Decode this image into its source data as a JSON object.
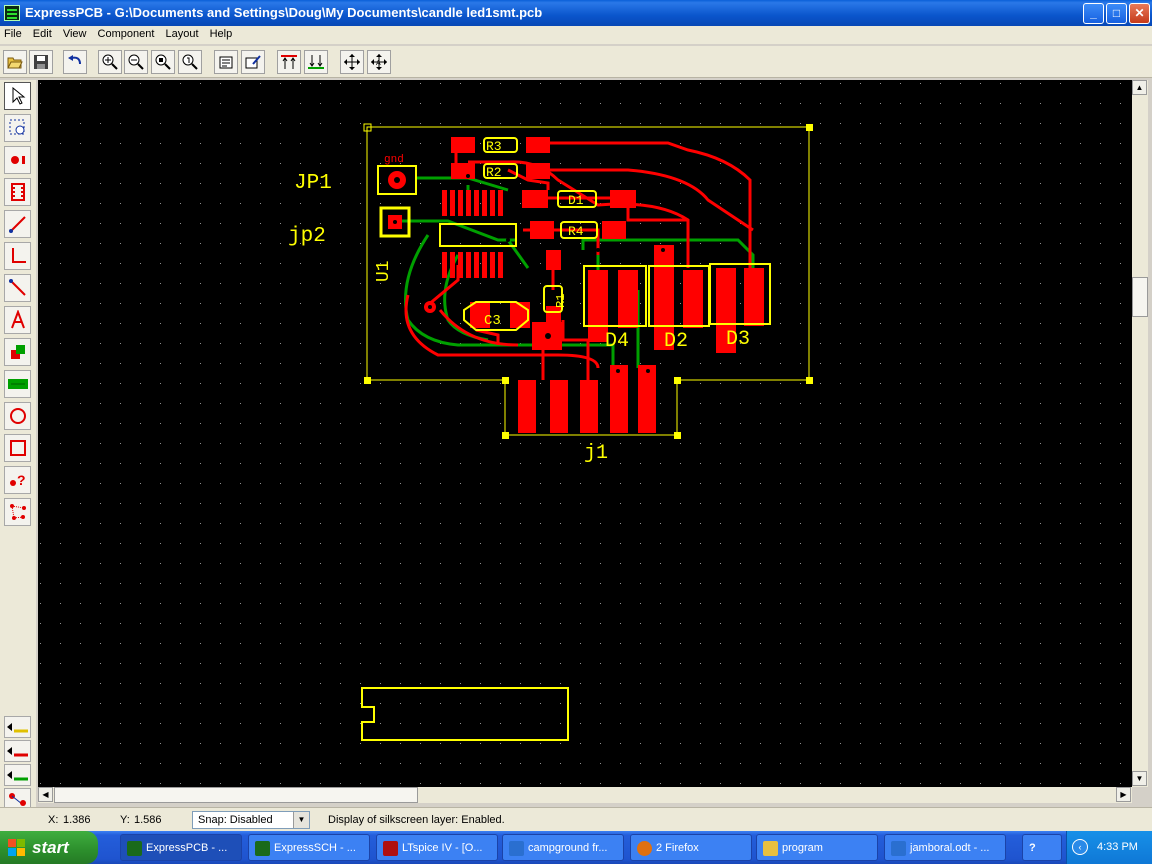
{
  "window": {
    "title": "ExpressPCB - G:\\Documents and Settings\\Doug\\My Documents\\candle led1smt.pcb",
    "minimize": "_",
    "maximize": "□",
    "close": "✕"
  },
  "menu": [
    "File",
    "Edit",
    "View",
    "Component",
    "Layout",
    "Help"
  ],
  "toolbar": {
    "icons": [
      "open-icon",
      "save-icon",
      "undo-icon",
      "zoom-in-icon",
      "zoom-out-icon",
      "zoom-area-icon",
      "zoom-fit-icon",
      "properties-icon",
      "properties-edit-icon",
      "move-top-icon",
      "move-bottom-icon",
      "move-icon",
      "rotate-icon"
    ]
  },
  "tools": [
    "select",
    "zoom-region",
    "pad",
    "component",
    "trace",
    "trace-angle",
    "trace-diagonal",
    "text",
    "layer",
    "copper",
    "circle",
    "rectangle",
    "query",
    "netlist"
  ],
  "layer_tools": [
    "top-layer",
    "bottom-layer",
    "silkscreen-layer",
    "via-tool"
  ],
  "board": {
    "labels": {
      "jp1": "JP1",
      "jp2": "jp2",
      "u1": "U1",
      "r3": "R3",
      "r2": "R2",
      "d1": "D1",
      "r4": "R4",
      "r1": "R1",
      "c3": "C3",
      "d4": "D4",
      "d2": "D2",
      "d3": "D3",
      "j1": "j1",
      "gnd": "gnd"
    },
    "colors": {
      "background": "#000000",
      "silkscreen": "#ffff00",
      "top_copper": "#ff0000",
      "bottom_copper": "#00a000",
      "grid": "#808080"
    }
  },
  "status": {
    "x_label": "X:",
    "x_value": "1.386",
    "y_label": "Y:",
    "y_value": "1.586",
    "snap": "Snap:  Disabled",
    "message": "Display of silkscreen layer:  Enabled."
  },
  "taskbar": {
    "start": "start",
    "tasks": [
      {
        "label": "ExpressPCB - ...",
        "color": "#1a6a1a"
      },
      {
        "label": "ExpressSCH - ...",
        "color": "#1a6a1a"
      },
      {
        "label": "LTspice IV - [O...",
        "color": "#b01010"
      },
      {
        "label": "campground fr...",
        "color": "#2a6fd0"
      },
      {
        "label": "2 Firefox",
        "color": "#e07010"
      },
      {
        "label": "program",
        "color": "#e8c040"
      },
      {
        "label": "jamboral.odt - ...",
        "color": "#2a6fd0"
      }
    ],
    "clock": "4:33 PM"
  }
}
